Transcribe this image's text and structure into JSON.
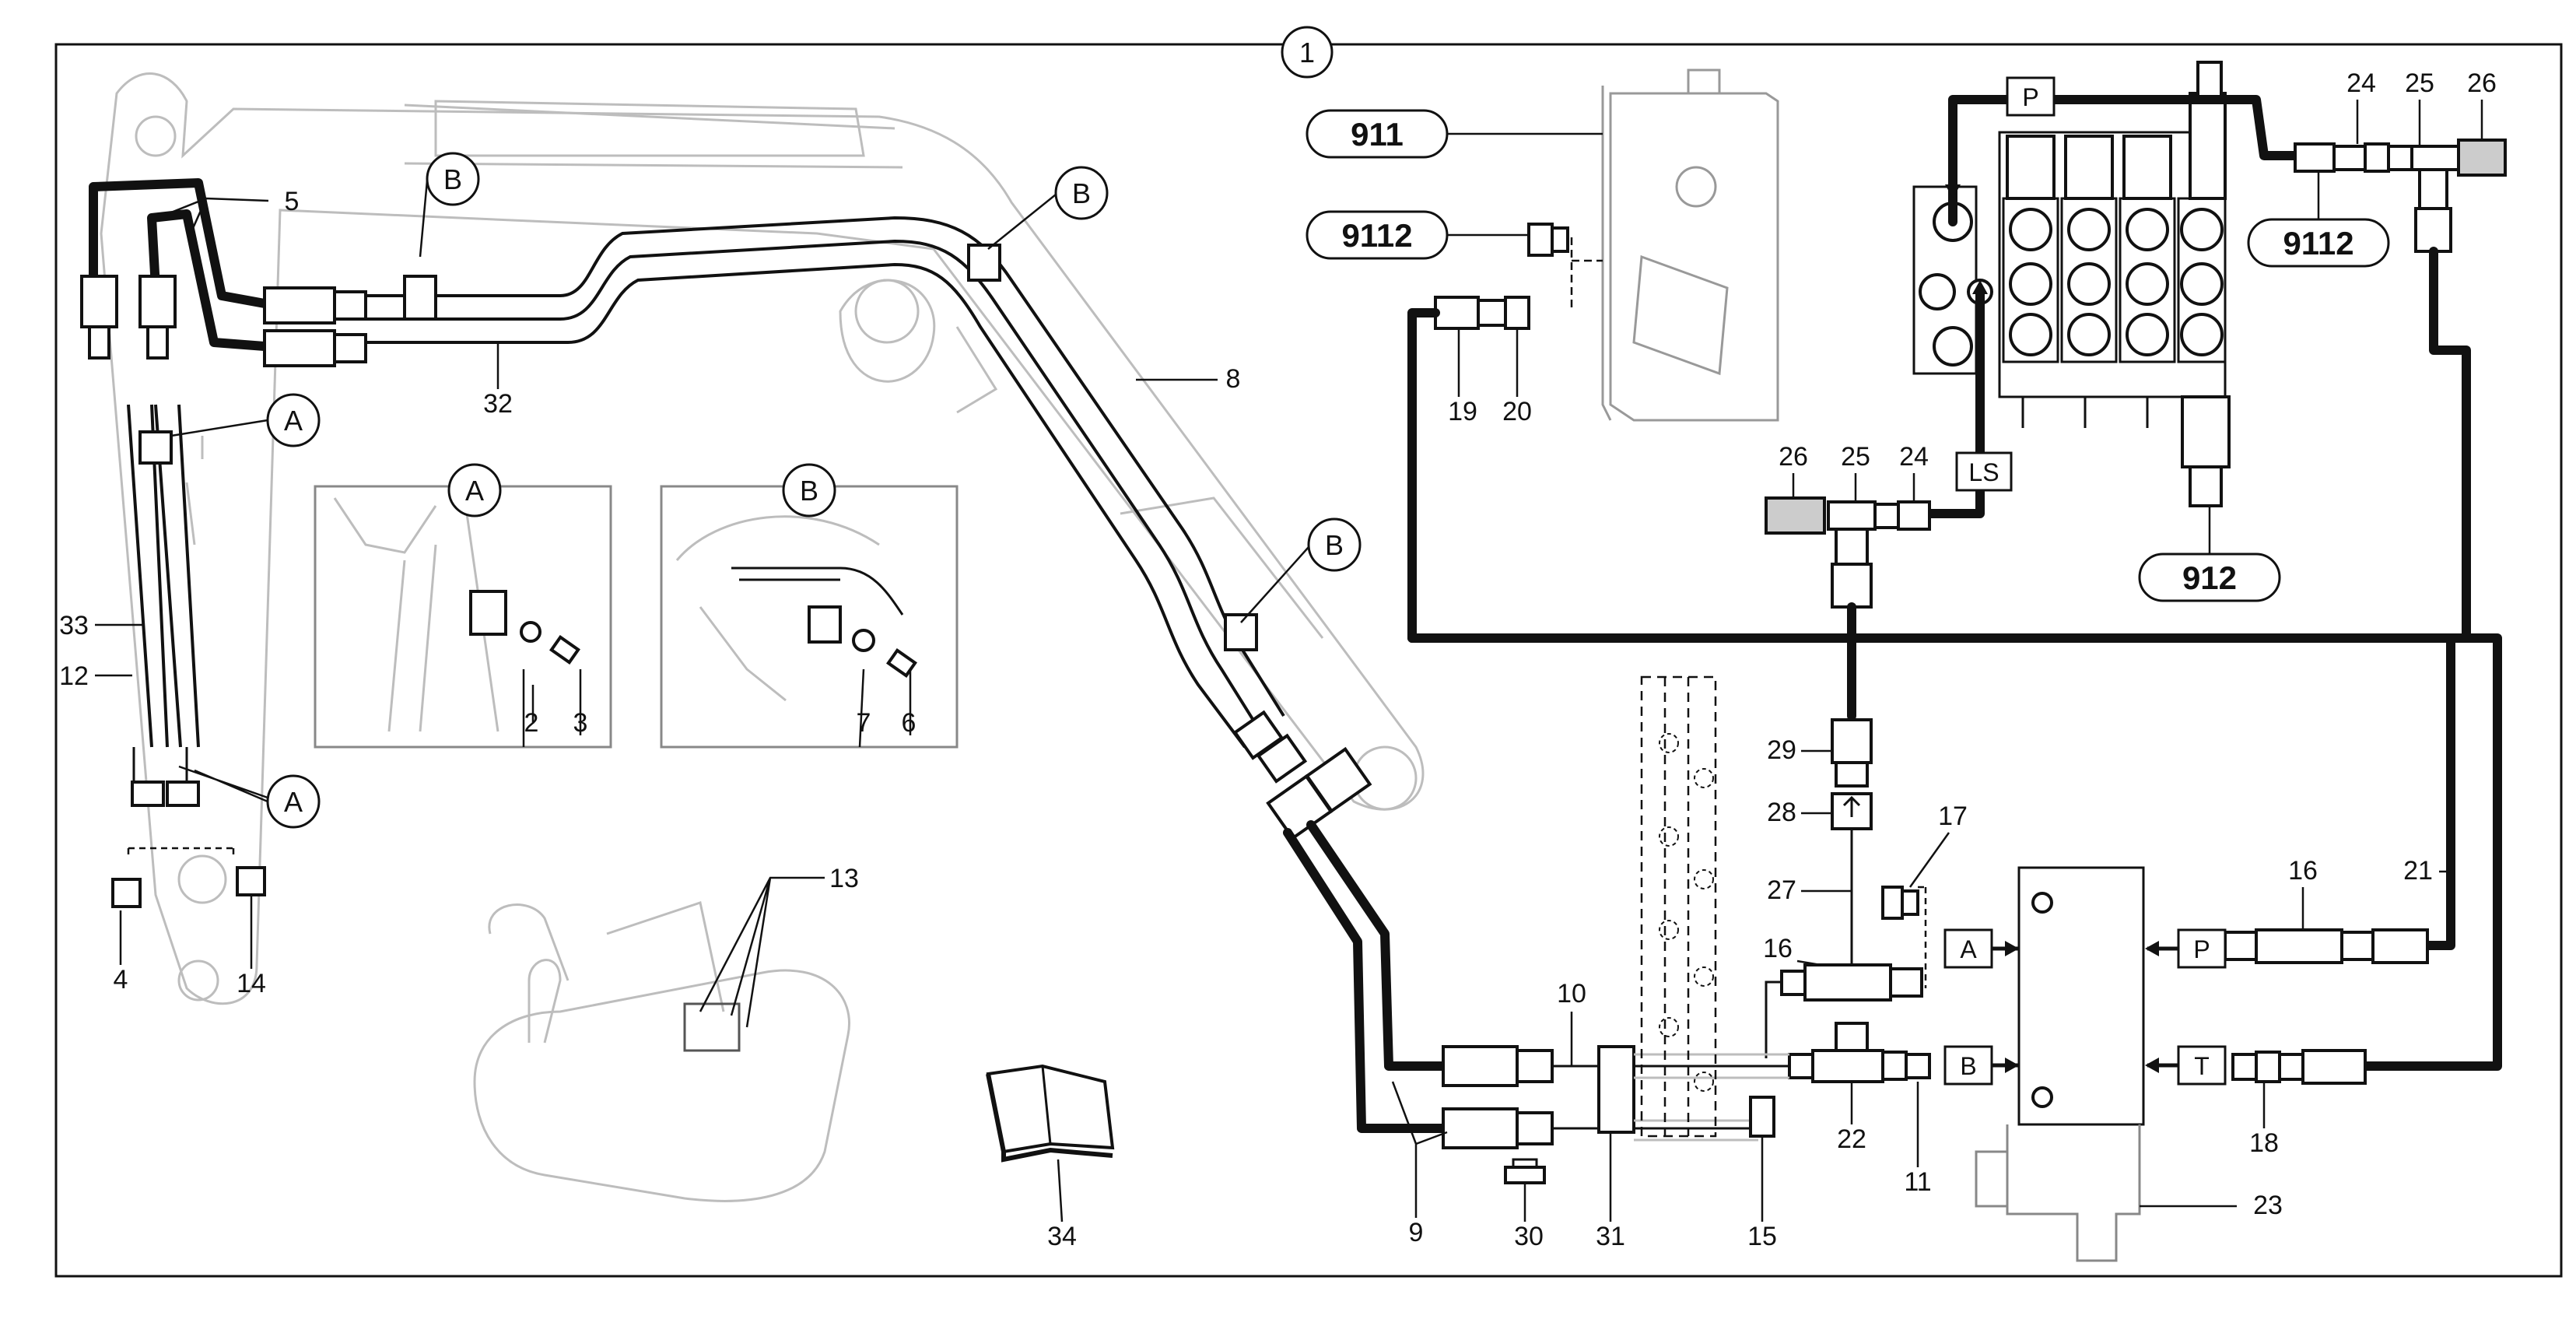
{
  "diagram": {
    "sheet_number": "1",
    "section_callouts": {
      "a": "A",
      "b": "B"
    },
    "ports": {
      "p": "P",
      "ls": "LS",
      "a": "A",
      "b": "B",
      "t": "T"
    },
    "assembly_refs": {
      "r911": "911",
      "r9112": "9112",
      "r912": "912"
    },
    "part_numbers": [
      "2",
      "3",
      "4",
      "5",
      "6",
      "7",
      "8",
      "9",
      "10",
      "11",
      "12",
      "13",
      "14",
      "15",
      "16",
      "17",
      "18",
      "19",
      "20",
      "21",
      "22",
      "23",
      "24",
      "25",
      "26",
      "27",
      "28",
      "29",
      "30",
      "31",
      "32",
      "33",
      "34"
    ]
  }
}
